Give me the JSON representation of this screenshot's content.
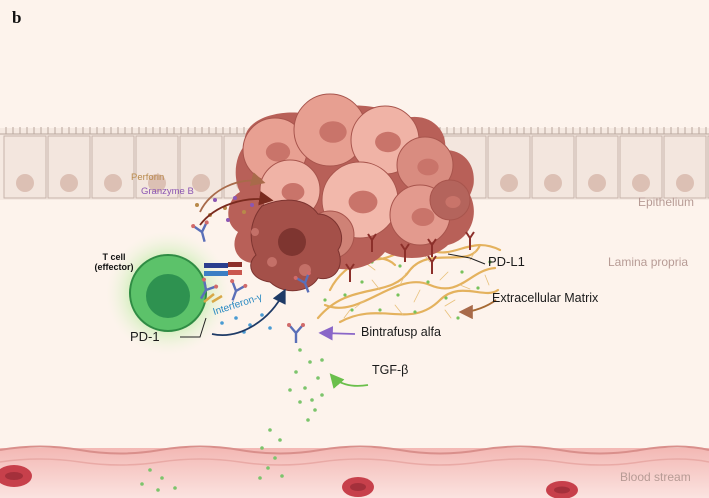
{
  "panel_label": "b",
  "regions": {
    "epithelium": "Epithelium",
    "lamina_propria": "Lamina propria",
    "blood_stream": "Blood stream"
  },
  "labels": {
    "t_cell_line1": "T cell",
    "t_cell_line2": "(effector)",
    "perforin": "Perforin",
    "granzyme_b": "Granzyme B",
    "interferon_gamma": "Interferon-γ",
    "pd1": "PD-1",
    "pdl1": "PD-L1",
    "extracellular_matrix": "Extracellular Matrix",
    "bintrafusp_alfa": "Bintrafusp alfa",
    "tgf_beta": "TGF-β"
  },
  "colors": {
    "background": "#fdf3ec",
    "epithelial_cell": "#f3e6de",
    "tumor": "#c97a70",
    "tumor_dark": "#8e3d38",
    "t_cell": "#3cae5a",
    "matrix": "#e4b25e",
    "tgf_beta_dots": "#7cc46c",
    "blood_vessel": "#f6c6c3",
    "red_blood_cell": "#c7404b"
  }
}
